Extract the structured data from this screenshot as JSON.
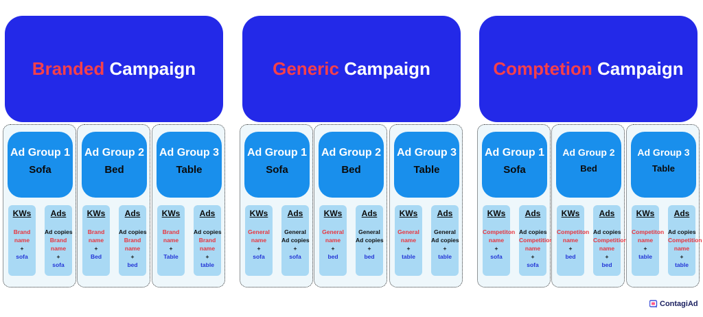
{
  "campaigns": [
    {
      "accent": "Branded",
      "rest": "Campaign",
      "groups": [
        {
          "title": "Ad Group 1",
          "product": "Sofa",
          "kws_label": "KWs",
          "ads_label": "Ads",
          "kws": [
            "Brand",
            "name",
            "+",
            "sofa"
          ],
          "ads": [
            "Ad copies",
            "Brand",
            "name",
            "+",
            "sofa"
          ]
        },
        {
          "title": "Ad Group 2",
          "product": "Bed",
          "kws_label": "KWs",
          "ads_label": "Ads",
          "kws": [
            "Brand",
            "name",
            "+",
            "Bed"
          ],
          "ads": [
            "Ad copies",
            "Brand",
            "name",
            "+",
            "bed"
          ]
        },
        {
          "title": "Ad Group 3",
          "product": "Table",
          "kws_label": "KWs",
          "ads_label": "Ads",
          "kws": [
            "Brand",
            "name",
            "+",
            "Table"
          ],
          "ads": [
            "Ad copies",
            "Brand",
            "name",
            "+",
            "table"
          ]
        }
      ]
    },
    {
      "accent": "Generic",
      "rest": "Campaign",
      "groups": [
        {
          "title": "Ad Group 1",
          "product": "Sofa",
          "kws_label": "KWs",
          "ads_label": "Ads",
          "kws": [
            "General",
            "name",
            "+",
            "sofa"
          ],
          "ads": [
            "General",
            "Ad copies",
            "+",
            "sofa"
          ]
        },
        {
          "title": "Ad Group 2",
          "product": "Bed",
          "kws_label": "KWs",
          "ads_label": "Ads",
          "kws": [
            "General",
            "name",
            "+",
            "bed"
          ],
          "ads": [
            "General",
            "Ad copies",
            "+",
            "bed"
          ]
        },
        {
          "title": "Ad Group 3",
          "product": "Table",
          "kws_label": "KWs",
          "ads_label": "Ads",
          "kws": [
            "General",
            "name",
            "+",
            "table"
          ],
          "ads": [
            "General",
            "Ad copies",
            "+",
            "table"
          ]
        }
      ]
    },
    {
      "accent": "Comptetion",
      "rest": "Campaign",
      "groups": [
        {
          "title": "Ad Group 1",
          "product": "Sofa",
          "kws_label": "KWs",
          "ads_label": "Ads",
          "kws": [
            "Competiton",
            "name",
            "+",
            "sofa"
          ],
          "ads": [
            "Ad copies",
            "Competition",
            "name",
            "+",
            "sofa"
          ]
        },
        {
          "title": "Ad Group 2",
          "product": "Bed",
          "kws_label": "KWs",
          "ads_label": "Ads",
          "kws": [
            "Competiton",
            "name",
            "+",
            "bed"
          ],
          "ads": [
            "Ad copies",
            "Competition",
            "name",
            "+",
            "bed"
          ]
        },
        {
          "title": "Ad Group 3",
          "product": "Table",
          "kws_label": "KWs",
          "ads_label": "Ads",
          "kws": [
            "Competiton",
            "name",
            "+",
            "table"
          ],
          "ads": [
            "Ad copies",
            "Competition",
            "name",
            "+",
            "table"
          ]
        }
      ]
    }
  ],
  "brand": {
    "name": "ContagiAd",
    "icon": "contagiad-logo-icon"
  },
  "colors": {
    "campaign_bg": "#2329e8",
    "campaign_accent": "#f4404b",
    "ad_group_bg": "#198fec",
    "column_bg": "#a9d9f4",
    "group_panel_bg": "#eef7fb",
    "keyword_red": "#e8353e",
    "keyword_blue": "#2336d6"
  }
}
